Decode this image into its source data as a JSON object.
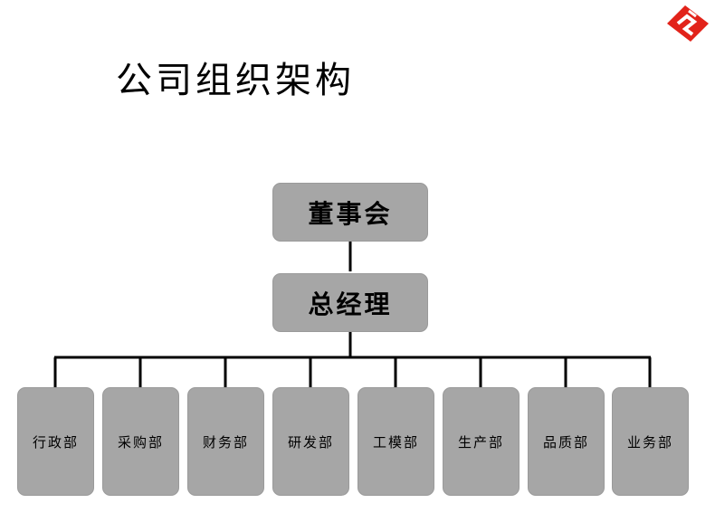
{
  "title": "公司组织架构",
  "logo": {
    "icon": "company-logo",
    "color": "#e2231a"
  },
  "chart": {
    "level1": "董事会",
    "level2": "总经理",
    "departments": [
      "行政部",
      "采购部",
      "财务部",
      "研发部",
      "工模部",
      "生产部",
      "品质部",
      "业务部"
    ]
  },
  "colors": {
    "box_fill": "#a6a6a6",
    "line": "#000000",
    "background": "#ffffff"
  }
}
